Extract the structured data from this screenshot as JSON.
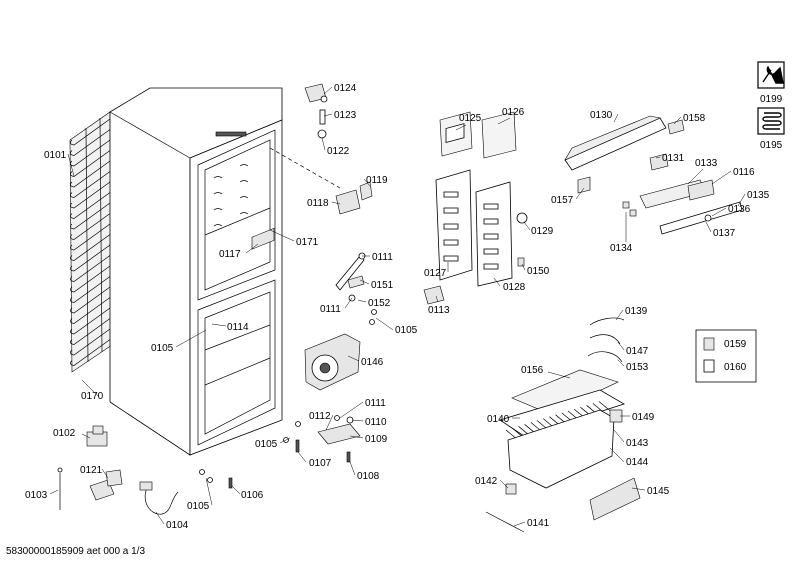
{
  "footer": "58300000185909 aet 000 a 1/3",
  "labels": {
    "l0101": "0101",
    "l0102": "0102",
    "l0103": "0103",
    "l0104": "0104",
    "l0105a": "0105",
    "l0105b": "0105",
    "l0105c": "0105",
    "l0105d": "0105",
    "l0106": "0106",
    "l0107": "0107",
    "l0108": "0108",
    "l0109": "0109",
    "l0110": "0110",
    "l0111a": "0111",
    "l0111b": "0111",
    "l0111c": "0111",
    "l0112": "0112",
    "l0113": "0113",
    "l0114": "0114",
    "l0116": "0116",
    "l0117": "0117",
    "l0118": "0118",
    "l0119": "0119",
    "l0121": "0121",
    "l0122": "0122",
    "l0123": "0123",
    "l0124": "0124",
    "l0125": "0125",
    "l0126": "0126",
    "l0127": "0127",
    "l0128": "0128",
    "l0129": "0129",
    "l0130": "0130",
    "l0131": "0131",
    "l0133": "0133",
    "l0134": "0134",
    "l0135": "0135",
    "l0136": "0136",
    "l0137": "0137",
    "l0139": "0139",
    "l0140": "0140",
    "l0141": "0141",
    "l0142": "0142",
    "l0143": "0143",
    "l0144": "0144",
    "l0145": "0145",
    "l0146": "0146",
    "l0147": "0147",
    "l0149": "0149",
    "l0150": "0150",
    "l0151": "0151",
    "l0152": "0152",
    "l0153": "0153",
    "l0156": "0156",
    "l0157": "0157",
    "l0158": "0158",
    "l0159": "0159",
    "l0160": "0160",
    "l0170": "0170",
    "l0171": "0171",
    "l0195": "0195",
    "l0199": "0199"
  },
  "icons": [
    "tool-icon",
    "coil-icon"
  ]
}
